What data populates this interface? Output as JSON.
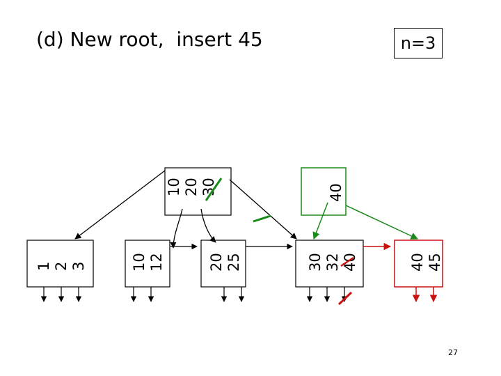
{
  "title": "(d) New root,  insert 45",
  "n_label": "n=3",
  "page_number": "27",
  "colors": {
    "black": "#000000",
    "green": "#1a8a1a",
    "red": "#cc1111"
  },
  "nodes": {
    "root_left": {
      "keys": [
        "10",
        "20",
        "30"
      ]
    },
    "root_right": {
      "keys": [
        "40"
      ]
    },
    "leaf_1": {
      "keys": [
        "1",
        "2",
        "3"
      ]
    },
    "leaf_2": {
      "keys": [
        "10",
        "12"
      ]
    },
    "leaf_3": {
      "keys": [
        "20",
        "25"
      ]
    },
    "leaf_4": {
      "keys": [
        "30",
        "32",
        "40"
      ]
    },
    "leaf_5": {
      "keys": [
        "40",
        "45"
      ]
    }
  }
}
